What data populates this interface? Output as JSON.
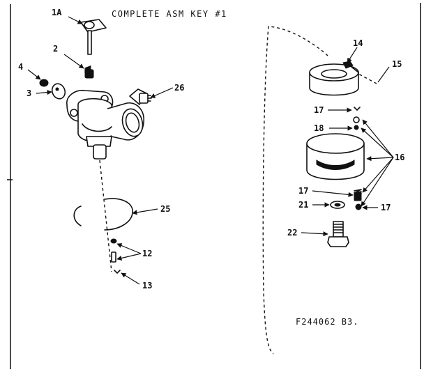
{
  "title": "COMPLETE ASM KEY #1",
  "figure_code": "F244062 B3.",
  "labels": {
    "p1a": "1A",
    "p2": "2",
    "p3": "3",
    "p4": "4",
    "p12": "12",
    "p13": "13",
    "p14": "14",
    "p15": "15",
    "p16": "16",
    "p17a": "17",
    "p17b": "17",
    "p17c": "17",
    "p18": "18",
    "p21": "21",
    "p22": "22",
    "p25": "25",
    "p26": "26"
  }
}
